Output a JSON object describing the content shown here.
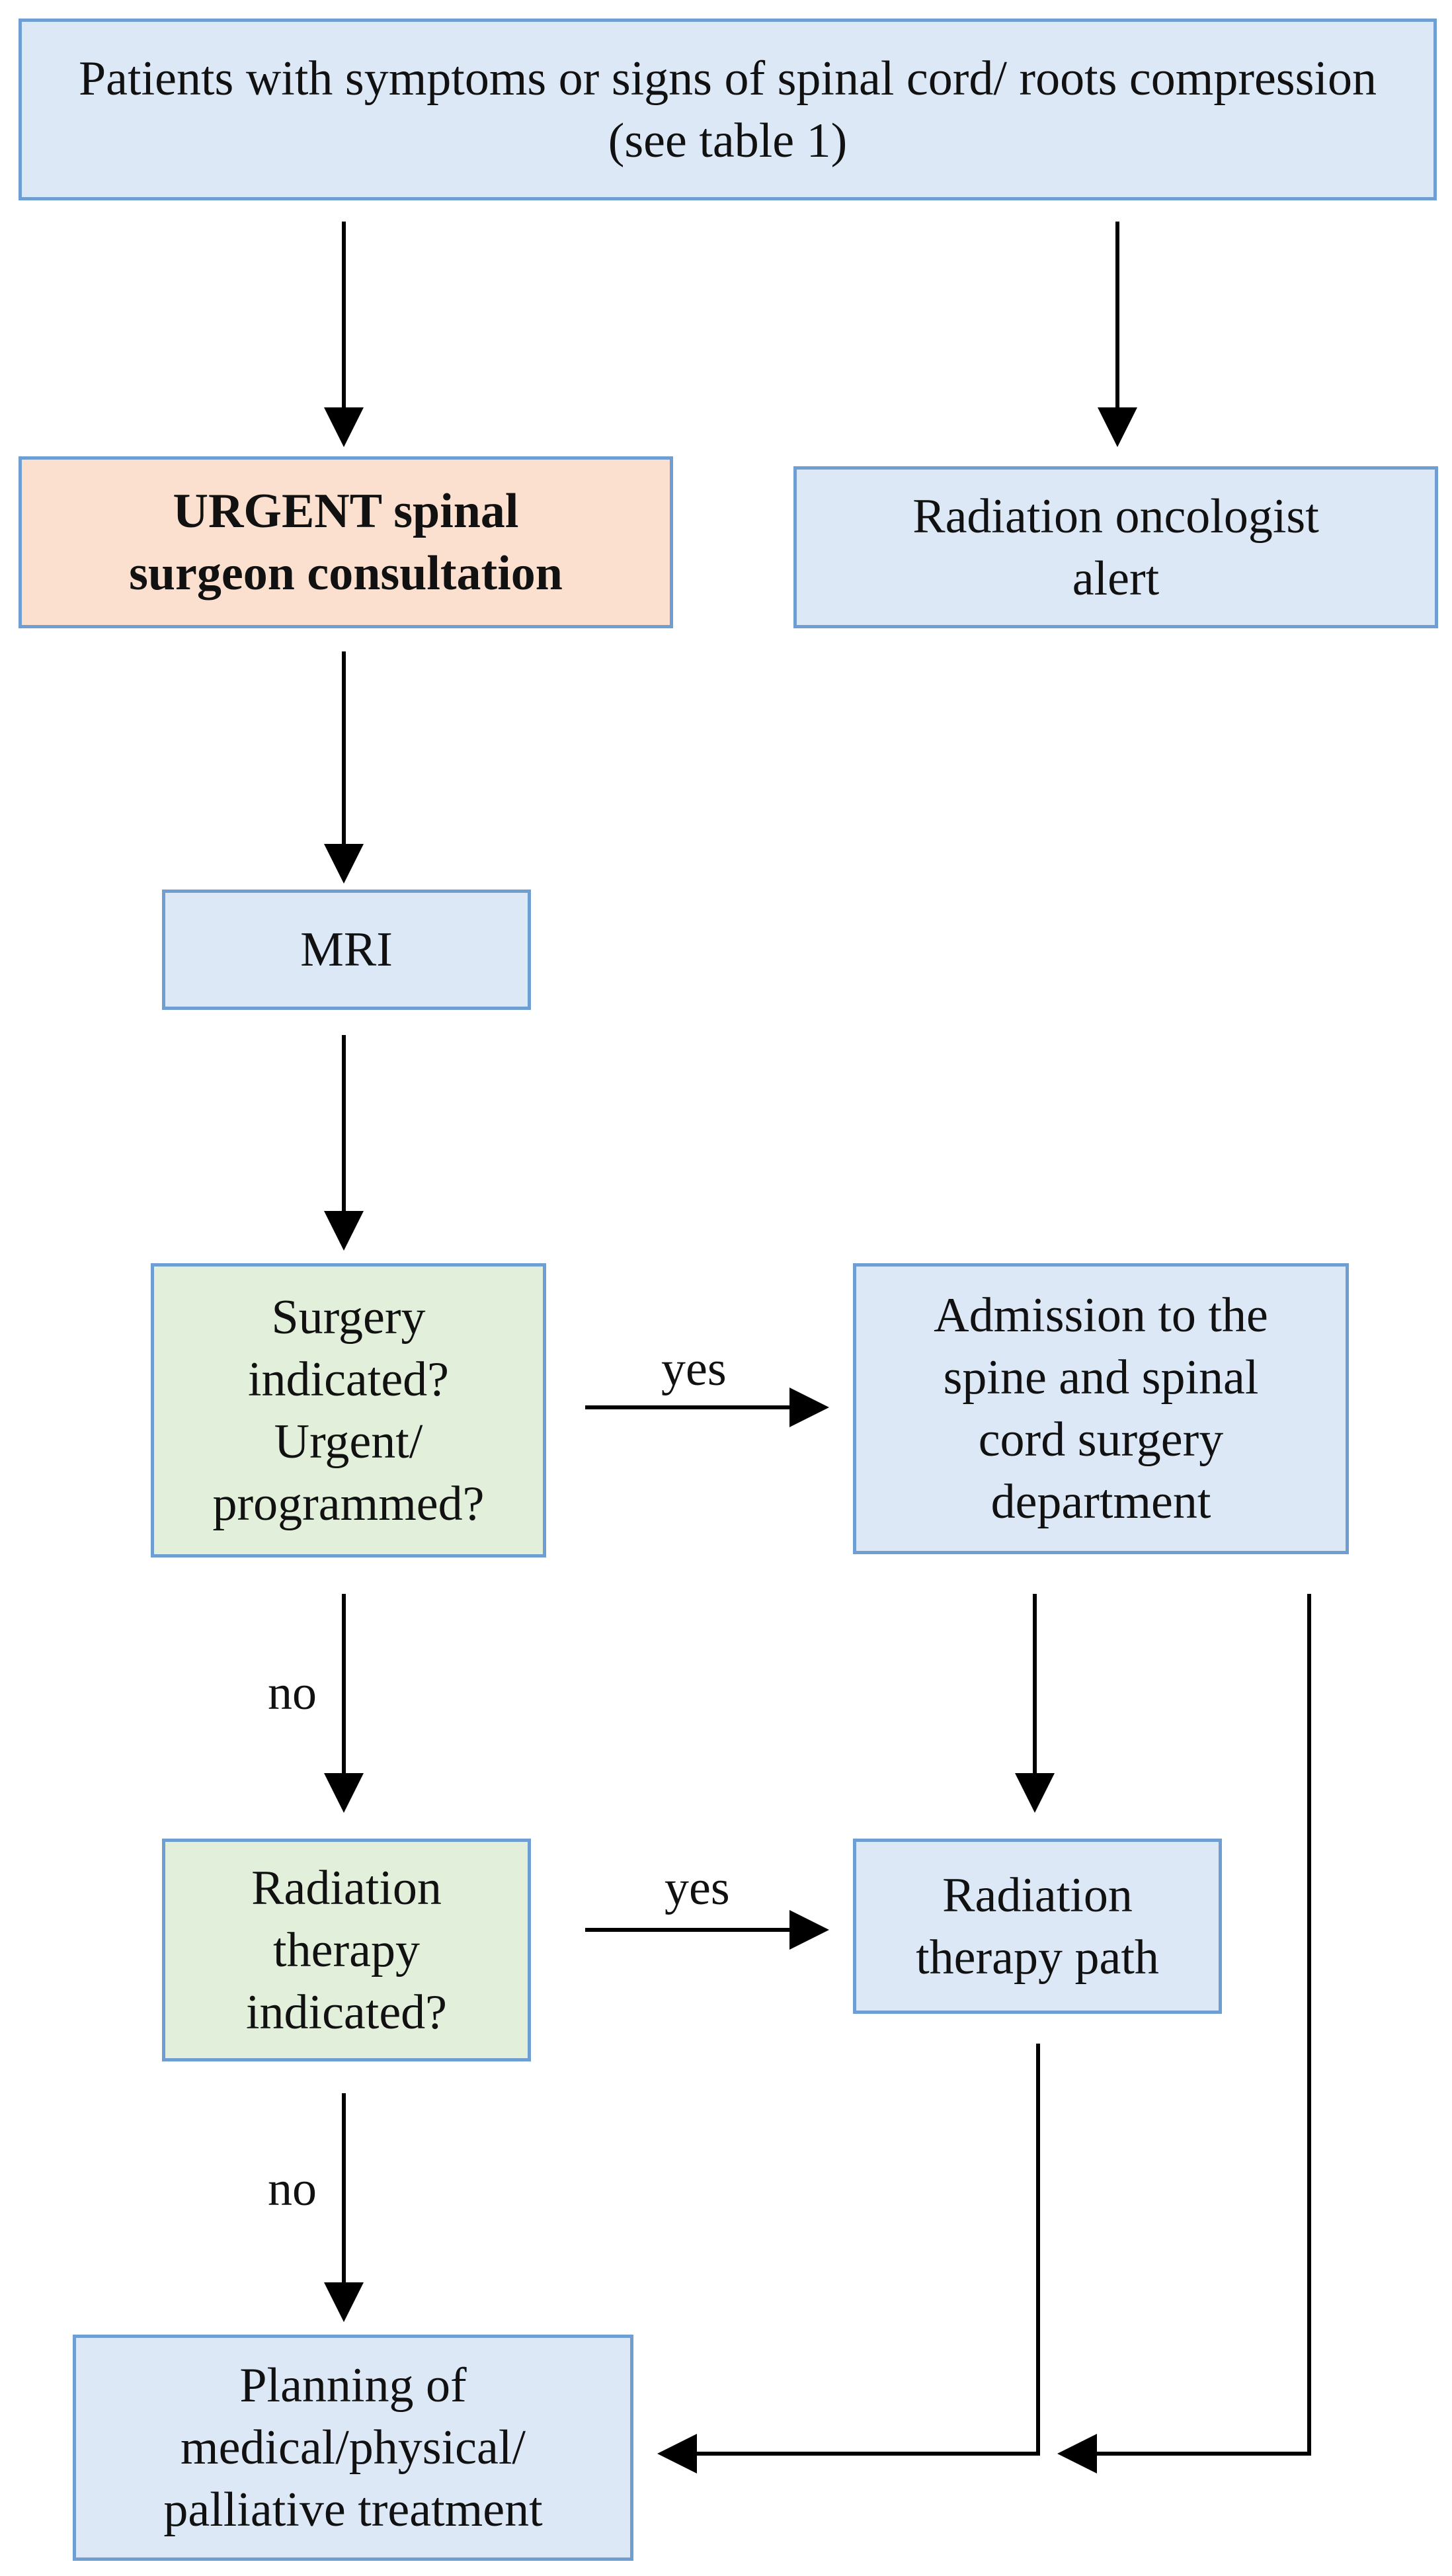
{
  "nodes": {
    "start": "Patients with symptoms or signs of spinal cord/ roots compression (see table 1)",
    "urgent_consult_line1": "URGENT spinal",
    "urgent_consult_line2": "surgeon consultation",
    "radiation_alert_line1": "Radiation oncologist",
    "radiation_alert_line2": "alert",
    "mri": "MRI",
    "surgery_q_line1": "Surgery",
    "surgery_q_line2": "indicated?",
    "surgery_q_line3": "Urgent/",
    "surgery_q_line4": "programmed?",
    "admission_line1": "Admission to the",
    "admission_line2": "spine and spinal",
    "admission_line3": "cord surgery",
    "admission_line4": "department",
    "radiation_q_line1": "Radiation",
    "radiation_q_line2": "therapy",
    "radiation_q_line3": "indicated?",
    "radiation_path_line1": "Radiation",
    "radiation_path_line2": "therapy path",
    "planning_line1": "Planning of",
    "planning_line2": "medical/physical/",
    "planning_line3": "palliative treatment"
  },
  "edge_labels": {
    "surgery_yes": "yes",
    "surgery_no": "no",
    "radiation_yes": "yes",
    "radiation_no": "no"
  },
  "colors": {
    "default_box": "#dce8f6",
    "urgent_box": "#fbe0cf",
    "decision_box": "#e2efda",
    "border": "#6f9fd2",
    "arrow": "#000000"
  }
}
